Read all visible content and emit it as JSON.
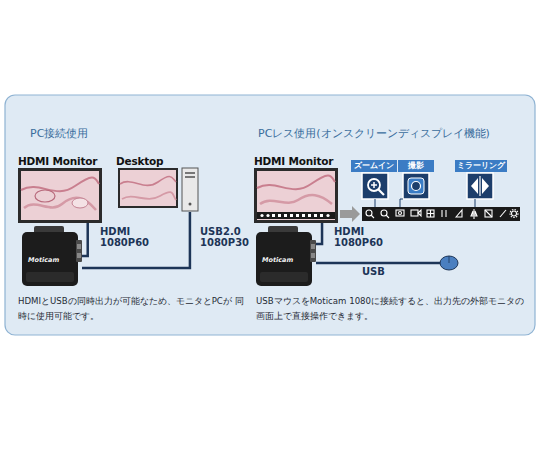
{
  "diagram": {
    "nodes": [
      {
        "text": [
          "HDMI Monitor"
        ]
      },
      {
        "text": [
          "Desktop"
        ]
      },
      {
        "text": [
          "Moticam"
        ]
      },
      {
        "text": [
          "HDMI Monitor"
        ]
      },
      {
        "text": [
          "ズームイン"
        ]
      },
      {
        "text": [
          "撮影"
        ]
      },
      {
        "text": [
          "ミラーリング"
        ]
      },
      {
        "text": [
          "Moticam"
        ]
      }
    ],
    "edges": [
      {
        "from": 2,
        "to": 0,
        "label": "HDMI 1080P60",
        "arrow": "none"
      },
      {
        "from": 2,
        "to": 1,
        "label": "USB2.0 1080P30",
        "arrow": "none"
      },
      {
        "from": 7,
        "to": 3,
        "label": "HDMI 1080P60",
        "arrow": "none"
      }
    ],
    "labels": [
      "PC接続使用",
      "PCレス使用(オンスクリーンディスプレイ機能)",
      "USB",
      "HDMIとUSBの同時出力が可能なため、モニタとPCが 同時に使用可能です。",
      "USBマウスをMoticam 1080に接続すると、出力先の外部モニタの 画面上で直接操作できます。"
    ]
  }
}
